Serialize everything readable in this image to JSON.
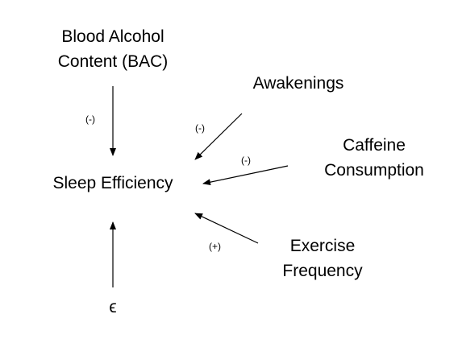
{
  "nodes": {
    "bac": [
      "Blood Alcohol",
      "Content (BAC)"
    ],
    "awakenings": [
      "Awakenings"
    ],
    "caffeine": [
      "Caffeine",
      "Consumption"
    ],
    "sleep_efficiency": [
      "Sleep Efficiency"
    ],
    "exercise": [
      "Exercise",
      "Frequency"
    ],
    "error": [
      "ϵ"
    ]
  },
  "edge_signs": {
    "bac": "(-)",
    "awakenings": "(-)",
    "caffeine": "(-)",
    "exercise": "(+)"
  },
  "colors": {
    "text": "#000000",
    "arrow": "#000000",
    "background": "#ffffff"
  }
}
